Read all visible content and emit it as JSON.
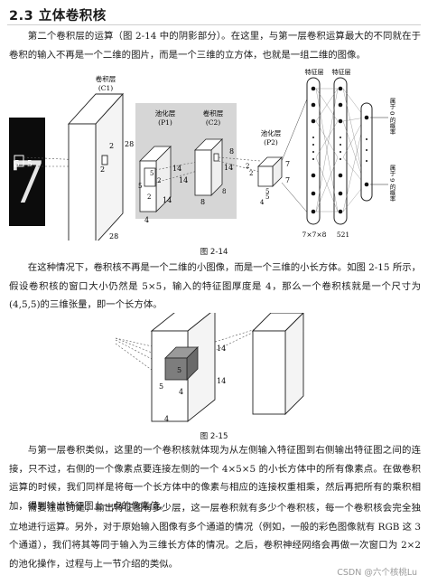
{
  "section_title": "2.3  立体卷积核",
  "paragraph1": "第二个卷积层的运算（图 2-14 中的阴影部分）。在这里，与第一层卷积运算最大的不同就在于卷积的输入不再是一个二维的图片，而是一个三维的立方体，也就是一组二维的图像。",
  "figure1": {
    "layer_labels": [
      "卷积层",
      "(C1)",
      "池化层",
      "(P1)",
      "卷积层",
      "(C2)",
      "池化层",
      "(P2)",
      "特征层",
      "特征层"
    ],
    "input_digit": "7",
    "dim_labels": [
      "5",
      "5",
      "2",
      "2",
      "28",
      "28",
      "14",
      "14",
      "4",
      "2",
      "2",
      "5",
      "5",
      "14",
      "14",
      "8",
      "8",
      "2",
      "2",
      "8",
      "5",
      "5",
      "7",
      "7",
      "4"
    ],
    "bottom_labels": [
      "7×7×8",
      "521"
    ],
    "output_labels": [
      "属于 0 的概率",
      "属于 9 的概率"
    ],
    "caption": "图 2-14"
  },
  "paragraph2": "在这种情况下，卷积核不再是一个二维的小图像，而是一个三维的小长方体。如图 2-15 所示，假设卷积核的窗口大小仍然是 5×5，输入的特征图厚度是 4，那么一个卷积核就是一个尺寸为(4,5,5)的三维张量，即一个长方体。",
  "figure2": {
    "labels": [
      "5",
      "5",
      "4",
      "14",
      "14",
      "4"
    ],
    "caption": "图 2-15"
  },
  "paragraph3": "与第一层卷积类似，这里的一个卷积核就体现为从左侧输入特征图到右侧输出特征图之间的连接，只不过，右侧的一个像素点要连接左侧的一个 4×5×5 的小长方体中的所有像素点。在做卷积运算的时候，我们同样是将每一个长方体中的像素与相应的连接权重相乘，然后再把所有的乘积相加，得到输出特征图上一点的像素值。",
  "paragraph4": "需要注意的是，输出特征图有多少层，这一层卷积就有多少个卷积核，每一个卷积核会完全独立地进行运算。另外，对于原始输入图像有多个通道的情况（例如，一般的彩色图像就有 RGB 这 3 个通道），我们将其等同于输入为三维长方体的情况。之后，卷积神经网络会再做一次窗口为 2×2 的池化操作，过程与上一节介绍的类似。",
  "watermark": "CSDN @六个核桃Lu"
}
